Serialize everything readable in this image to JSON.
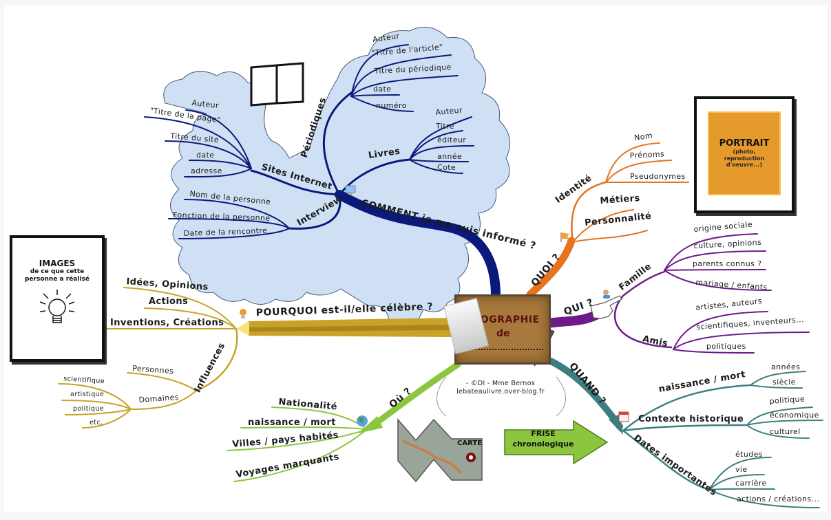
{
  "central": {
    "title": "BIOGRAPHIE",
    "subtitle": "de",
    "credit_line1": "- ©DI - Mme Bernos",
    "credit_line2": "lebateaulivre.over-blog.fr"
  },
  "colors": {
    "comment": "#0b1a7a",
    "cloud": "#cfe0f5",
    "quoi": "#e5731f",
    "qui": "#6e1a8a",
    "quand": "#3d7f7f",
    "ou": "#8cc63f",
    "pourquoi": "#c9a227",
    "portrait": "#e79a2c",
    "bio_box": "#a8793c"
  },
  "branches": {
    "comment": {
      "label": "COMMENT je me suis informé ?",
      "subs": {
        "periodiques": {
          "label": "Périodiques",
          "items": [
            "Auteur",
            "\"Titre de l'article\"",
            "Titre du périodique",
            "date",
            "numéro"
          ]
        },
        "livres": {
          "label": "Livres",
          "items": [
            "Auteur",
            "Titre",
            "éditeur",
            "année",
            "Cote"
          ]
        },
        "sites": {
          "label": "Sites Internet",
          "items": [
            "Auteur",
            "\"Titre de la page\"",
            "Titre du site",
            "date",
            "adresse"
          ]
        },
        "interview": {
          "label": "Interview",
          "items": [
            "Nom de la personne",
            "Fonction de la personne",
            "Date de la rencontre"
          ]
        }
      }
    },
    "quoi": {
      "label": "QUOI ?",
      "subs": {
        "identite": {
          "label": "Identité",
          "items": [
            "Nom",
            "Prénoms",
            "Pseudonymes"
          ]
        },
        "metiers": {
          "label": "Métiers"
        },
        "personnalite": {
          "label": "Personnalité"
        }
      }
    },
    "qui": {
      "label": "QUI ?",
      "subs": {
        "famille": {
          "label": "Famille",
          "items": [
            "origine sociale",
            "culture, opinions",
            "parents connus ?",
            "mariage / enfants"
          ]
        },
        "amis": {
          "label": "Amis",
          "items": [
            "artistes, auteurs",
            "scientifiques, inventeurs...",
            "politiques"
          ]
        }
      }
    },
    "quand": {
      "label": "QUAND ?",
      "subs": {
        "naissance": {
          "label": "naissance / mort",
          "items": [
            "années",
            "siècle"
          ]
        },
        "contexte": {
          "label": "Contexte historique",
          "items": [
            "politique",
            "économique",
            "culturel"
          ]
        },
        "dates": {
          "label": "Dates importantes",
          "items": [
            "études",
            "vie",
            "carrière",
            "actions / créations..."
          ]
        }
      }
    },
    "ou": {
      "label": "Où ?",
      "items": [
        "Nationalité",
        "naissance / mort",
        "Villes / pays habités",
        "Voyages marquants"
      ]
    },
    "pourquoi": {
      "label": "POURQUOI est-il/elle célèbre ?",
      "items": [
        "Idées, Opinions",
        "Actions",
        "Inventions, Créations"
      ],
      "influences": {
        "label": "Influences",
        "personnes": "Personnes",
        "domaines": {
          "label": "Domaines",
          "items": [
            "scientifique",
            "artistique",
            "politique",
            "etc."
          ]
        }
      }
    }
  },
  "boxes": {
    "portrait": {
      "title": "PORTRAIT",
      "line1": "(photo,",
      "line2": "reproduction",
      "line3": "d'oeuvre...)"
    },
    "images": {
      "title": "IMAGES",
      "line1": "de ce que cette",
      "line2": "personne a réalisé"
    },
    "frise": {
      "line1": "FRISE",
      "line2": "chronologique"
    },
    "carte": {
      "label": "CARTE"
    }
  },
  "icons": [
    "book-icon",
    "computer-icon",
    "flag-icon",
    "people-icon",
    "pointing-hand-icon",
    "calendar-icon",
    "globe-icon",
    "lightbulb-icon",
    "map-icon",
    "pen-icon",
    "paperclip-icon"
  ]
}
